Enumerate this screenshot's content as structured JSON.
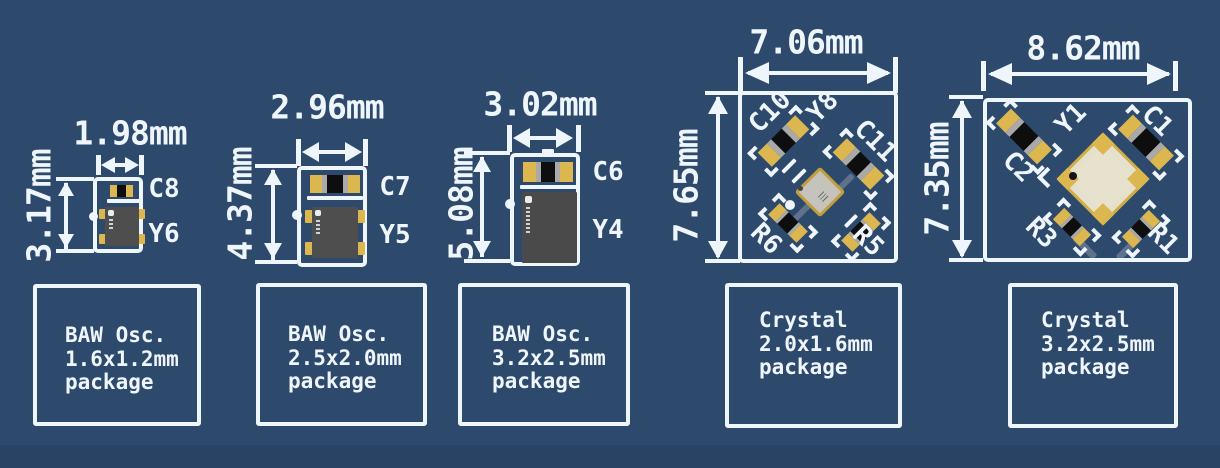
{
  "colors": {
    "board_blue": "#2d4a6c",
    "board_blue_bottom_band": "#284363",
    "silkscreen_white": "#eef5fb",
    "pad_gold": "#dcb750",
    "component_body_black": "#0e0e0e",
    "termination_gray": "#a9a9a9",
    "ic_body_gray": "#4e4e4e",
    "crystal_silver": "#bcb9b2",
    "crystal_cream": "#e5e0cb"
  },
  "panels": [
    {
      "width_label": "1.98mm",
      "height_label": "3.17mm",
      "refs": {
        "cap": "C8",
        "osc": "Y6"
      },
      "caption": [
        "BAW Osc.",
        "1.6x1.2mm",
        "package"
      ]
    },
    {
      "width_label": "2.96mm",
      "height_label": "4.37mm",
      "refs": {
        "cap": "C7",
        "osc": "Y5"
      },
      "caption": [
        "BAW Osc.",
        "2.5x2.0mm",
        "package"
      ]
    },
    {
      "width_label": "3.02mm",
      "height_label": "5.08mm",
      "refs": {
        "cap": "C6",
        "osc": "Y4"
      },
      "caption": [
        "BAW Osc.",
        "3.2x2.5mm",
        "package"
      ]
    },
    {
      "width_label": "7.06mm",
      "height_label": "7.65mm",
      "refs": {
        "cap_left": "C10",
        "crystal": "Y8",
        "cap_right": "C11",
        "res_left": "R6",
        "res_right": "R5"
      },
      "caption": [
        "Crystal",
        "2.0x1.6mm",
        "package"
      ]
    },
    {
      "width_label": "8.62mm",
      "height_label": "7.35mm",
      "refs": {
        "cap_left": "C2",
        "crystal": "Y1",
        "cap_right": "C1",
        "res_left": "R3",
        "res_right": "R1"
      },
      "caption": [
        "Crystal",
        "3.2x2.5mm",
        "package"
      ]
    }
  ]
}
